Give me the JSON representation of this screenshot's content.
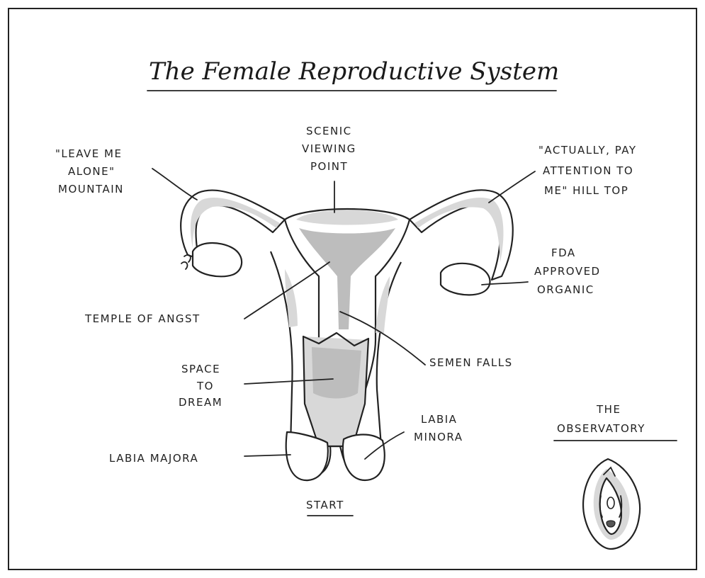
{
  "title": "The Female Reproductive System",
  "labels": {
    "leave_me_alone": [
      "\"LEAVE ME",
      "ALONE\"",
      "MOUNTAIN"
    ],
    "scenic": [
      "SCENIC",
      "VIEWING",
      "POINT"
    ],
    "actually_pay": [
      "\"ACTUALLY, PAY",
      "ATTENTION TO",
      "ME\" HILL TOP"
    ],
    "fda": [
      "FDA",
      "APPROVED",
      "ORGANIC"
    ],
    "temple": "TEMPLE OF ANGST",
    "semen_falls": "SEMEN FALLS",
    "space_to_dream": [
      "SPACE",
      "TO",
      "DREAM"
    ],
    "labia_minora": [
      "LABIA",
      "MINORA"
    ],
    "labia_majora": "LABIA MAJORA",
    "start": "START",
    "observatory": [
      "THE",
      "OBSERVATORY"
    ]
  }
}
